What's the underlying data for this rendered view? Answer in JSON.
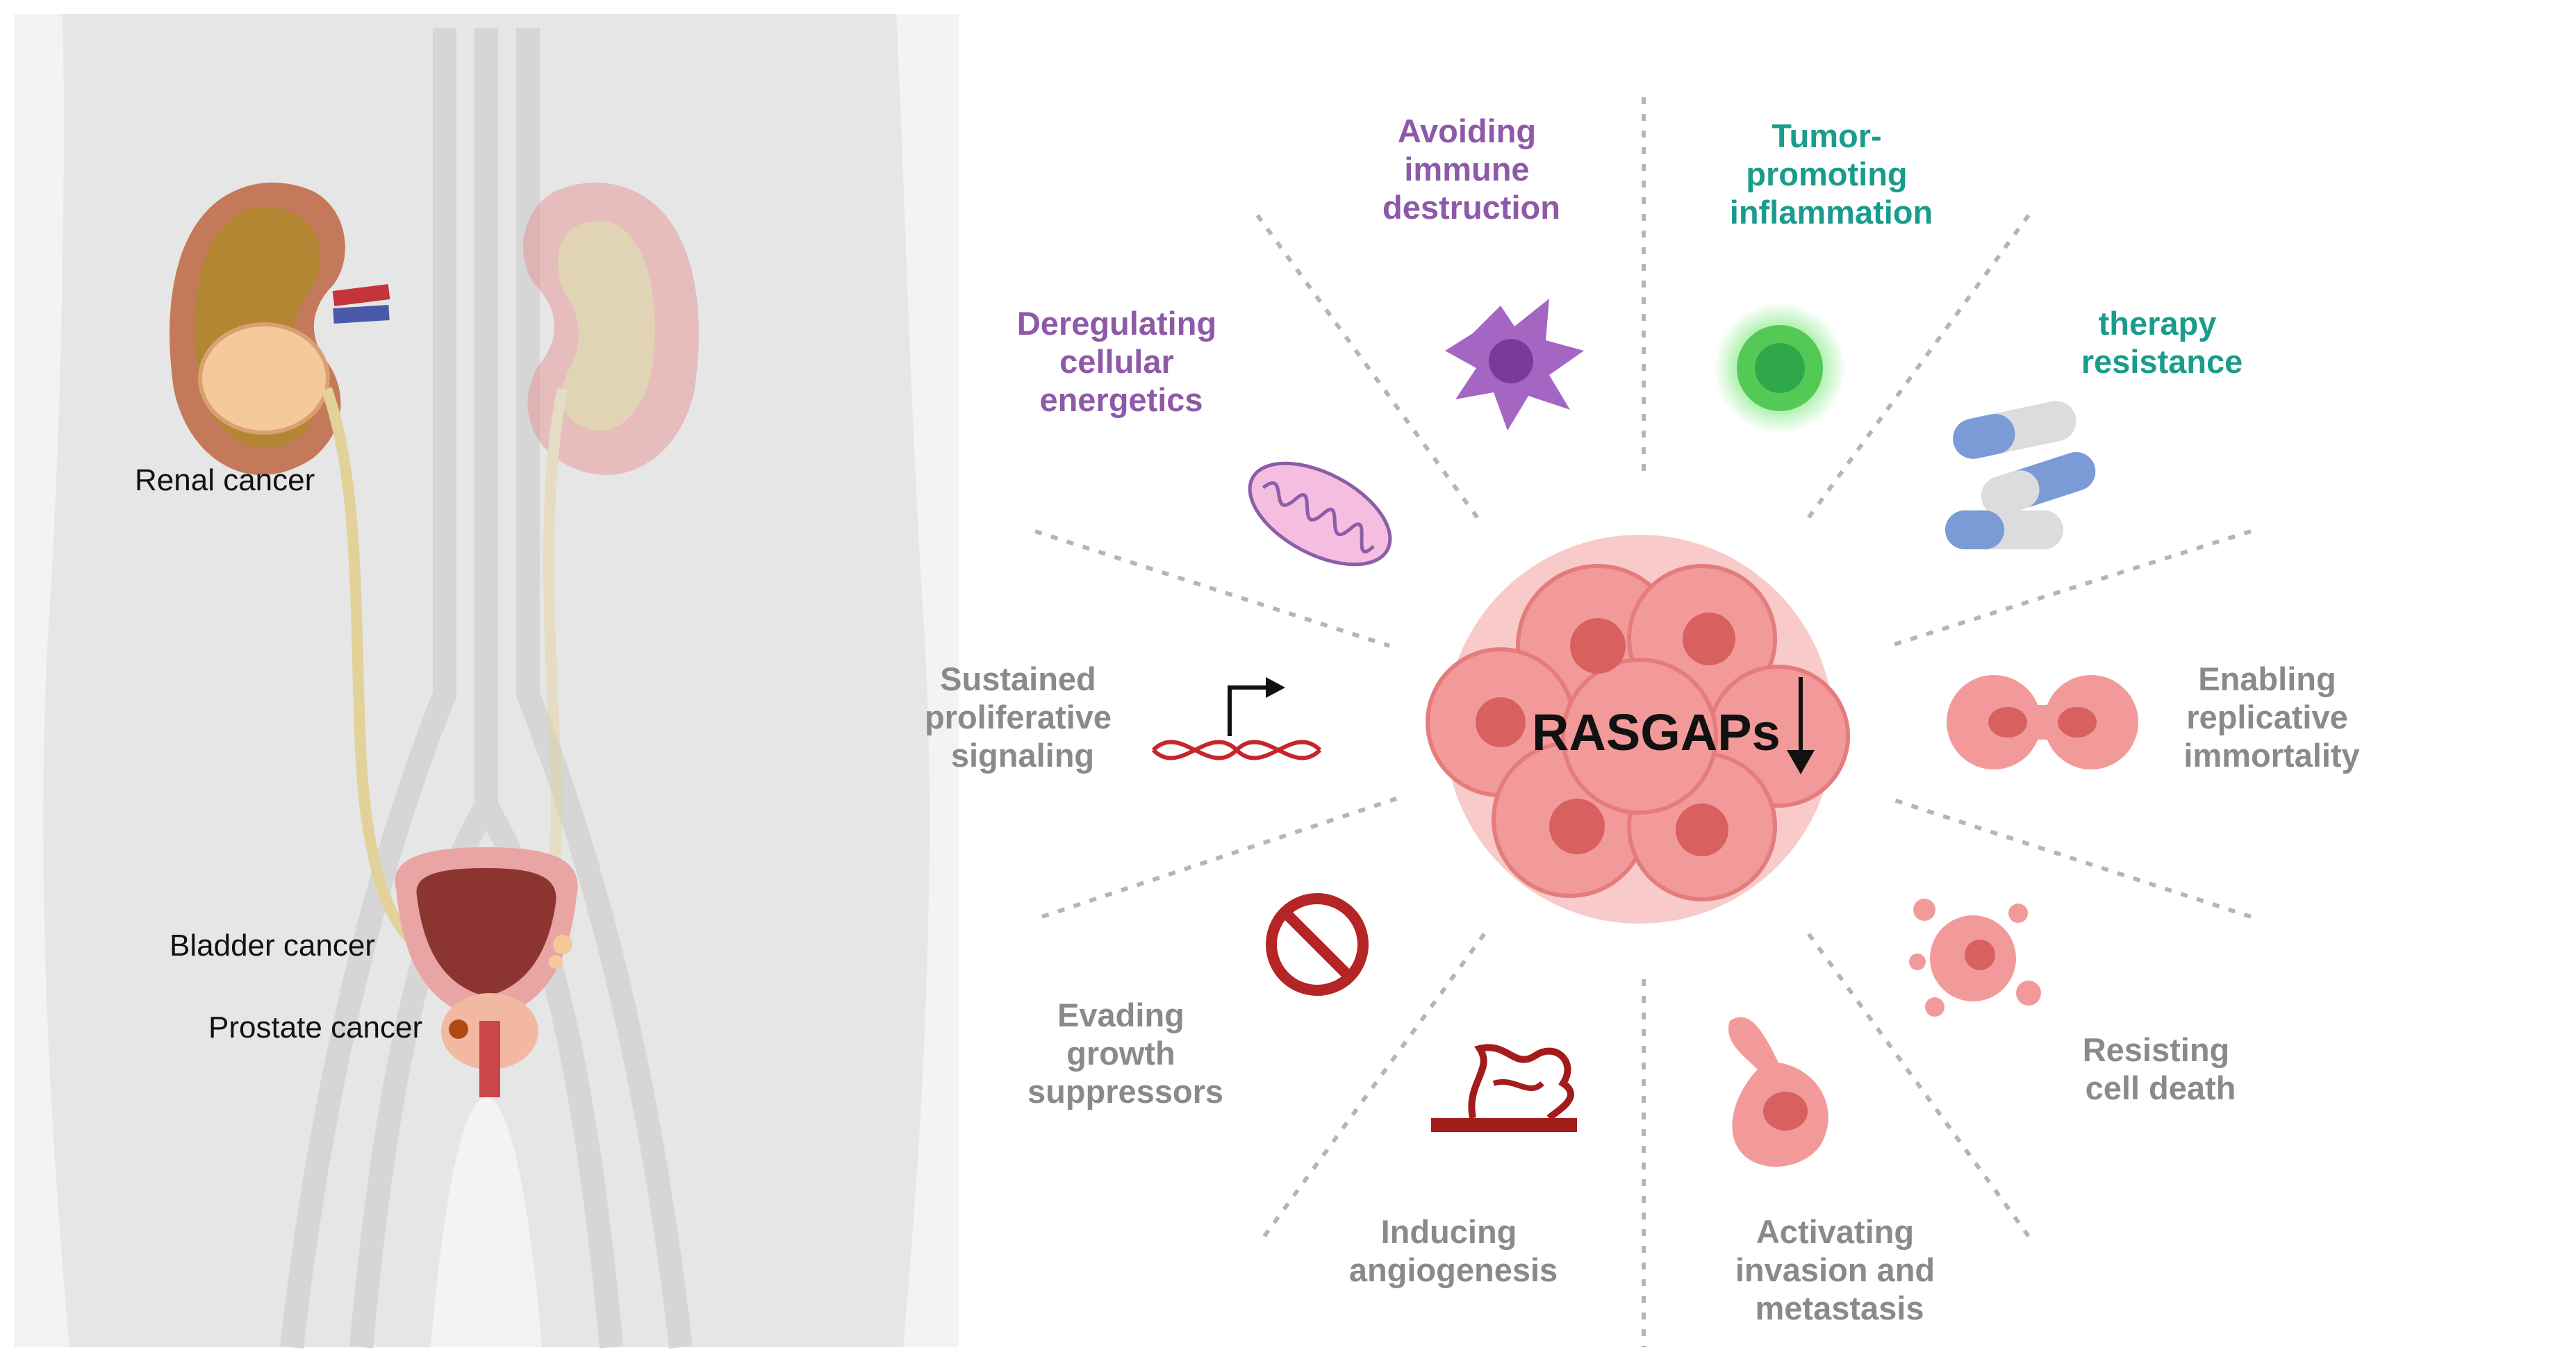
{
  "organ_labels": {
    "renal": "Renal cancer",
    "bladder": "Bladder cancer",
    "prostate": "Prostate cancer"
  },
  "center_label": "RASGAPs",
  "hallmarks": {
    "immune": [
      "Avoiding",
      "immune",
      "destruction"
    ],
    "inflammation": [
      "Tumor-",
      "promoting",
      "inflammation"
    ],
    "energetics": [
      "Deregulating",
      "cellular",
      "energetics"
    ],
    "therapy": [
      "therapy",
      "resistance"
    ],
    "proliferative": [
      "Sustained",
      "proliferative",
      "signaling"
    ],
    "immortality": [
      "Enabling",
      "replicative",
      "immortality"
    ],
    "suppressors": [
      "Evading",
      "growth",
      "suppressors"
    ],
    "death": [
      "Resisting",
      "cell death"
    ],
    "angiogenesis": [
      "Inducing",
      "angiogenesis"
    ],
    "invasion": [
      "Activating",
      "invasion and",
      "metastasis"
    ]
  },
  "colors": {
    "purple": "#8e59a8",
    "teal": "#1a9c8c",
    "grey": "#8a8a8a",
    "tumor": "#f08a8a"
  }
}
